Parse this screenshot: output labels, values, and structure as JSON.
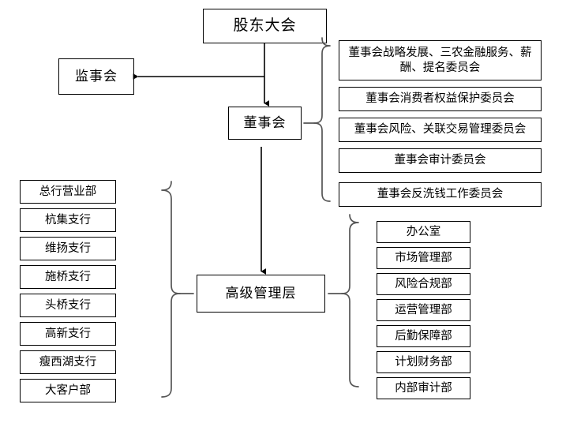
{
  "diagram": {
    "title_node": {
      "label": "股东大会"
    },
    "supervisory": {
      "label": "监事会"
    },
    "board": {
      "label": "董事会"
    },
    "management": {
      "label": "高级管理层"
    },
    "committees": [
      {
        "label": "董事会战略发展、三农金融服务、薪酬、提名委员会"
      },
      {
        "label": "董事会消费者权益保护委员会"
      },
      {
        "label": "董事会风险、关联交易管理委员会"
      },
      {
        "label": "董事会审计委员会"
      },
      {
        "label": "董事会反洗钱工作委员会"
      }
    ],
    "branches": [
      {
        "label": "总行营业部"
      },
      {
        "label": "杭集支行"
      },
      {
        "label": "维扬支行"
      },
      {
        "label": "施桥支行"
      },
      {
        "label": "头桥支行"
      },
      {
        "label": "高新支行"
      },
      {
        "label": "瘦西湖支行"
      },
      {
        "label": "大客户部"
      }
    ],
    "departments": [
      {
        "label": "办公室"
      },
      {
        "label": "市场管理部"
      },
      {
        "label": "风险合规部"
      },
      {
        "label": "运营管理部"
      },
      {
        "label": "后勤保障部"
      },
      {
        "label": "计划财务部"
      },
      {
        "label": "内部审计部"
      }
    ],
    "colors": {
      "line": "#000000",
      "brace": "#4a4a4a",
      "box_border": "#000000",
      "background": "#ffffff",
      "text": "#000000"
    }
  }
}
